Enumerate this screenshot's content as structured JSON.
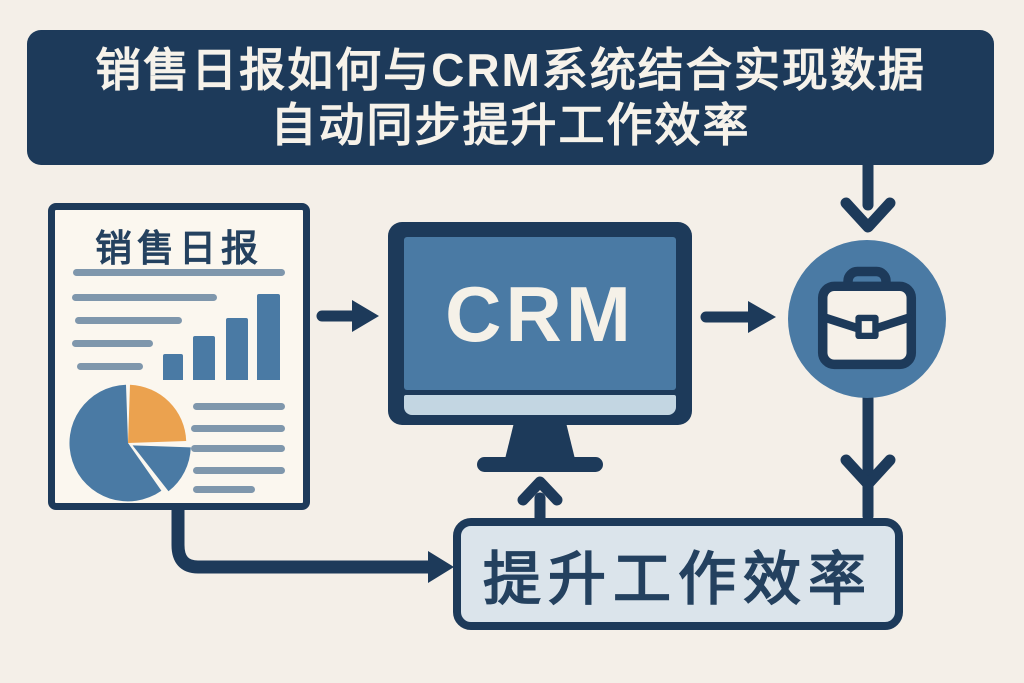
{
  "title_banner": {
    "line1": "销售日报如何与CRM系统结合实现数据",
    "line2": "自动同步提升工作效率"
  },
  "document_card": {
    "title": "销售日报",
    "illustrations": [
      "text-lines",
      "bar-chart-icon",
      "pie-chart-icon"
    ]
  },
  "crm_monitor": {
    "label": "CRM"
  },
  "briefcase_node": {
    "icon": "briefcase-icon"
  },
  "efficiency_box": {
    "label": "提升工作效率"
  },
  "flow": [
    "sales-report-document -> crm-monitor",
    "title-banner -> briefcase-node",
    "crm-monitor -> briefcase-node",
    "briefcase-node -> efficiency-box",
    "sales-report-document -> efficiency-box",
    "efficiency-box -> crm-monitor"
  ],
  "colors": {
    "background": "#f4efe8",
    "navy": "#1d3a5a",
    "blue": "#4a7aa4",
    "orange": "#eba24f",
    "bezel_light_blue": "#c3d6e2",
    "efficiency_box_fill": "#dbe4eb",
    "doc_fill": "#fbf7ef",
    "doc_line_gray": "#7f97ac",
    "banner_text": "#f6f2ea"
  }
}
